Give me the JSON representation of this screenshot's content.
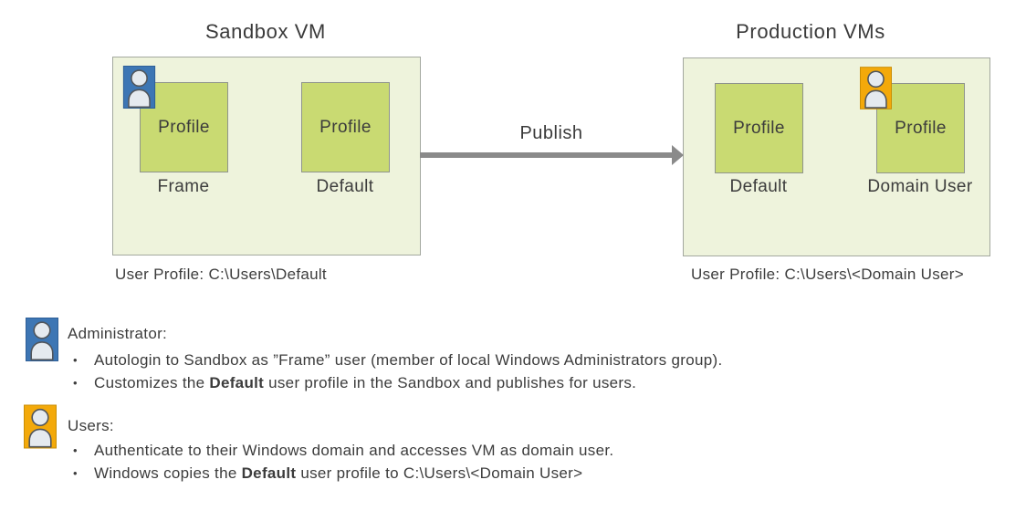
{
  "colors": {
    "admin_blue": "#3D76B4",
    "user_orange": "#F3A90A",
    "vm_box_fill": "#EEF3DC",
    "profile_box_fill": "#C9DA72",
    "box_border": "#A3A89F",
    "arrow_gray": "#8A8A8A",
    "text": "#3C3C3C"
  },
  "diagram": {
    "arrow_label": "Publish",
    "sandbox": {
      "title": "Sandbox VM",
      "caption": "User Profile: C:\\Users\\Default",
      "profiles": [
        {
          "box_label": "Profile",
          "name": "Frame"
        },
        {
          "box_label": "Profile",
          "name": "Default"
        }
      ]
    },
    "production": {
      "title": "Production VMs",
      "caption": "User Profile: C:\\Users\\<Domain User>",
      "profiles": [
        {
          "box_label": "Profile",
          "name": "Default"
        },
        {
          "box_label": "Profile",
          "name": "Domain User"
        }
      ]
    }
  },
  "legend": {
    "bullet_char": "•",
    "administrator": {
      "heading": "Administrator:",
      "bullet1": {
        "pre": "Autologin to Sandbox as ”Frame” user (member of local Windows Administrators group).",
        "bold": "",
        "post": ""
      },
      "bullet2": {
        "pre": "Customizes the ",
        "bold": "Default",
        "post": " user profile in the Sandbox and publishes for users."
      }
    },
    "users": {
      "heading": "Users:",
      "bullet1": {
        "pre": "Authenticate to their Windows domain and accesses VM as domain user.",
        "bold": "",
        "post": ""
      },
      "bullet2": {
        "pre": "Windows copies the ",
        "bold": "Default",
        "post": " user profile to C:\\Users\\<Domain User>"
      }
    }
  }
}
